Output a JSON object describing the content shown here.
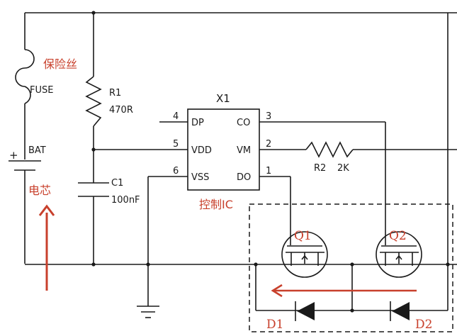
{
  "labels": {
    "fuse_cn": "保险丝",
    "fuse": "FUSE",
    "bat": "BAT",
    "plus": "+",
    "cell_cn": "电芯",
    "r1": "R1",
    "r1_val": "470R",
    "c1": "C1",
    "c1_val": "100nF",
    "x1": "X1",
    "ic_cn": "控制IC",
    "r2": "R2",
    "r2_val": "2K",
    "q1": "Q1",
    "q2": "Q2",
    "d1": "D1",
    "d2": "D2"
  },
  "ic_pins": [
    {
      "num": "4",
      "name": "DP"
    },
    {
      "num": "5",
      "name": "VDD"
    },
    {
      "num": "6",
      "name": "VSS"
    },
    {
      "num": "3",
      "name": "CO"
    },
    {
      "num": "2",
      "name": "VM"
    },
    {
      "num": "1",
      "name": "DO"
    }
  ],
  "colors": {
    "wire": "#1a1a1a",
    "annotation": "#c8402c"
  }
}
